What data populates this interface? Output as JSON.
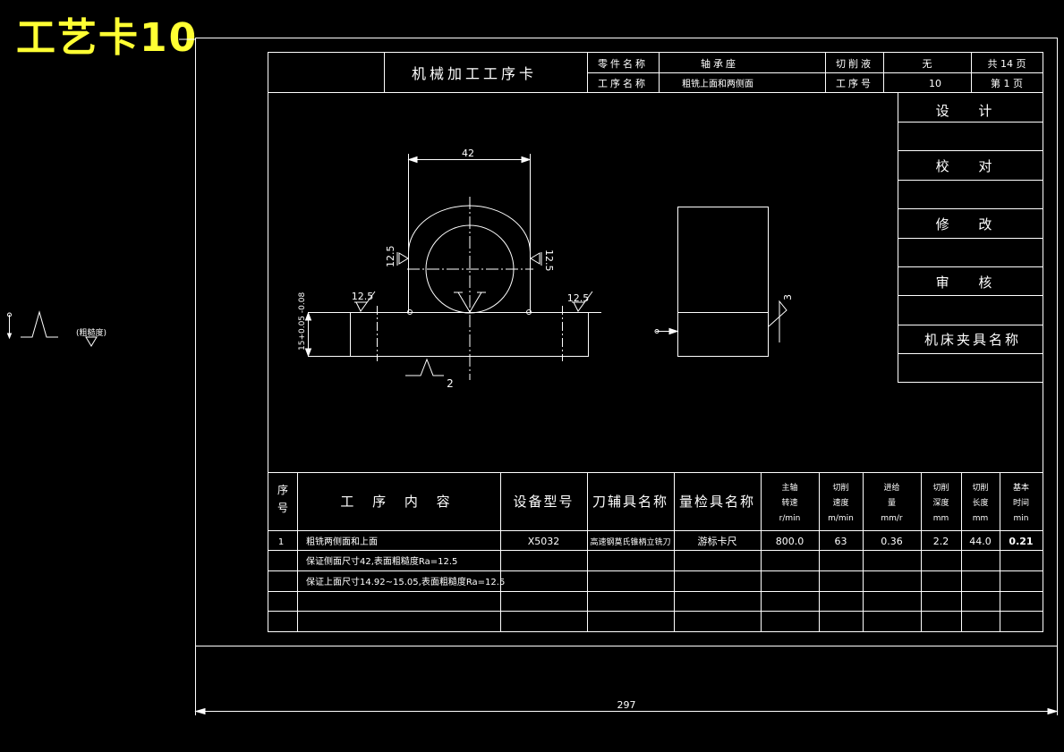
{
  "big_title": "工艺卡10",
  "header": {
    "card_title": "机械加工工序卡",
    "part_name_label": "零件名称",
    "part_name_value": "轴承座",
    "cutting_fluid_label": "切削液",
    "cutting_fluid_value": "无",
    "total_pages": "共 14 页",
    "process_name_label": "工序名称",
    "process_name_value": "粗铣上面和两侧面",
    "process_no_label": "工序号",
    "process_no_value": "10",
    "page_no": "第 1 页"
  },
  "sidebar_labels": [
    "设 计",
    "校 对",
    "修 改",
    "审 核",
    "机床夹具名称"
  ],
  "drawing": {
    "dim_width": "42",
    "dim_height": "15+0.05 -0.08",
    "rough_left_top": "12.5",
    "rough_right_top": "12.5",
    "rough_left_arc": "12.5",
    "rough_right_arc": "12.5",
    "locator_bottom_label": "2",
    "locator_side_label": "3"
  },
  "legend": {
    "rough_note": "(粗糙度)"
  },
  "table": {
    "columns": [
      "序号",
      "工 序 内 容",
      "设备型号",
      "刀辅具名称",
      "量检具名称",
      "主轴转速 r/min",
      "切削速度 m/min",
      "进给量 mm/r",
      "切削深度 mm",
      "切削长度 mm",
      "基本时间 min"
    ],
    "rows": [
      [
        "1",
        "粗铣两侧面和上面",
        "X5032",
        "高速钢莫氏锥柄立铣刀",
        "游标卡尺",
        "800.0",
        "63",
        "0.36",
        "2.2",
        "44.0",
        "0.21"
      ],
      [
        "",
        "保证侧面尺寸42,表面粗糙度Ra=12.5",
        "",
        "",
        "",
        "",
        "",
        "",
        "",
        "",
        ""
      ],
      [
        "",
        "保证上面尺寸14.92~15.05,表面粗糙度Ra=12.5",
        "",
        "",
        "",
        "",
        "",
        "",
        "",
        "",
        ""
      ],
      [
        "",
        "",
        "",
        "",
        "",
        "",
        "",
        "",
        "",
        "",
        ""
      ],
      [
        "",
        "",
        "",
        "",
        "",
        "",
        "",
        "",
        "",
        "",
        ""
      ]
    ]
  },
  "bottom_dimension": "297"
}
